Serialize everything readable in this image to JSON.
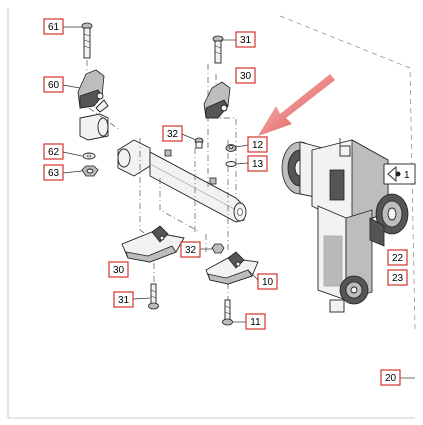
{
  "diagram": {
    "callouts": {
      "c61": "61",
      "c60": "60",
      "c62": "62",
      "c63": "63",
      "c31_top": "31",
      "c30_top": "30",
      "c32_top": "32",
      "c12": "12",
      "c13": "13",
      "c30_bottom": "30",
      "c32_bottom": "32",
      "c10": "10",
      "c31_bottom": "31",
      "c11": "11",
      "c22": "22",
      "c23": "23",
      "c20": "20",
      "c1": "1"
    },
    "colors": {
      "callout_border": "#d4322a",
      "arrow": "#e03a3a"
    }
  }
}
